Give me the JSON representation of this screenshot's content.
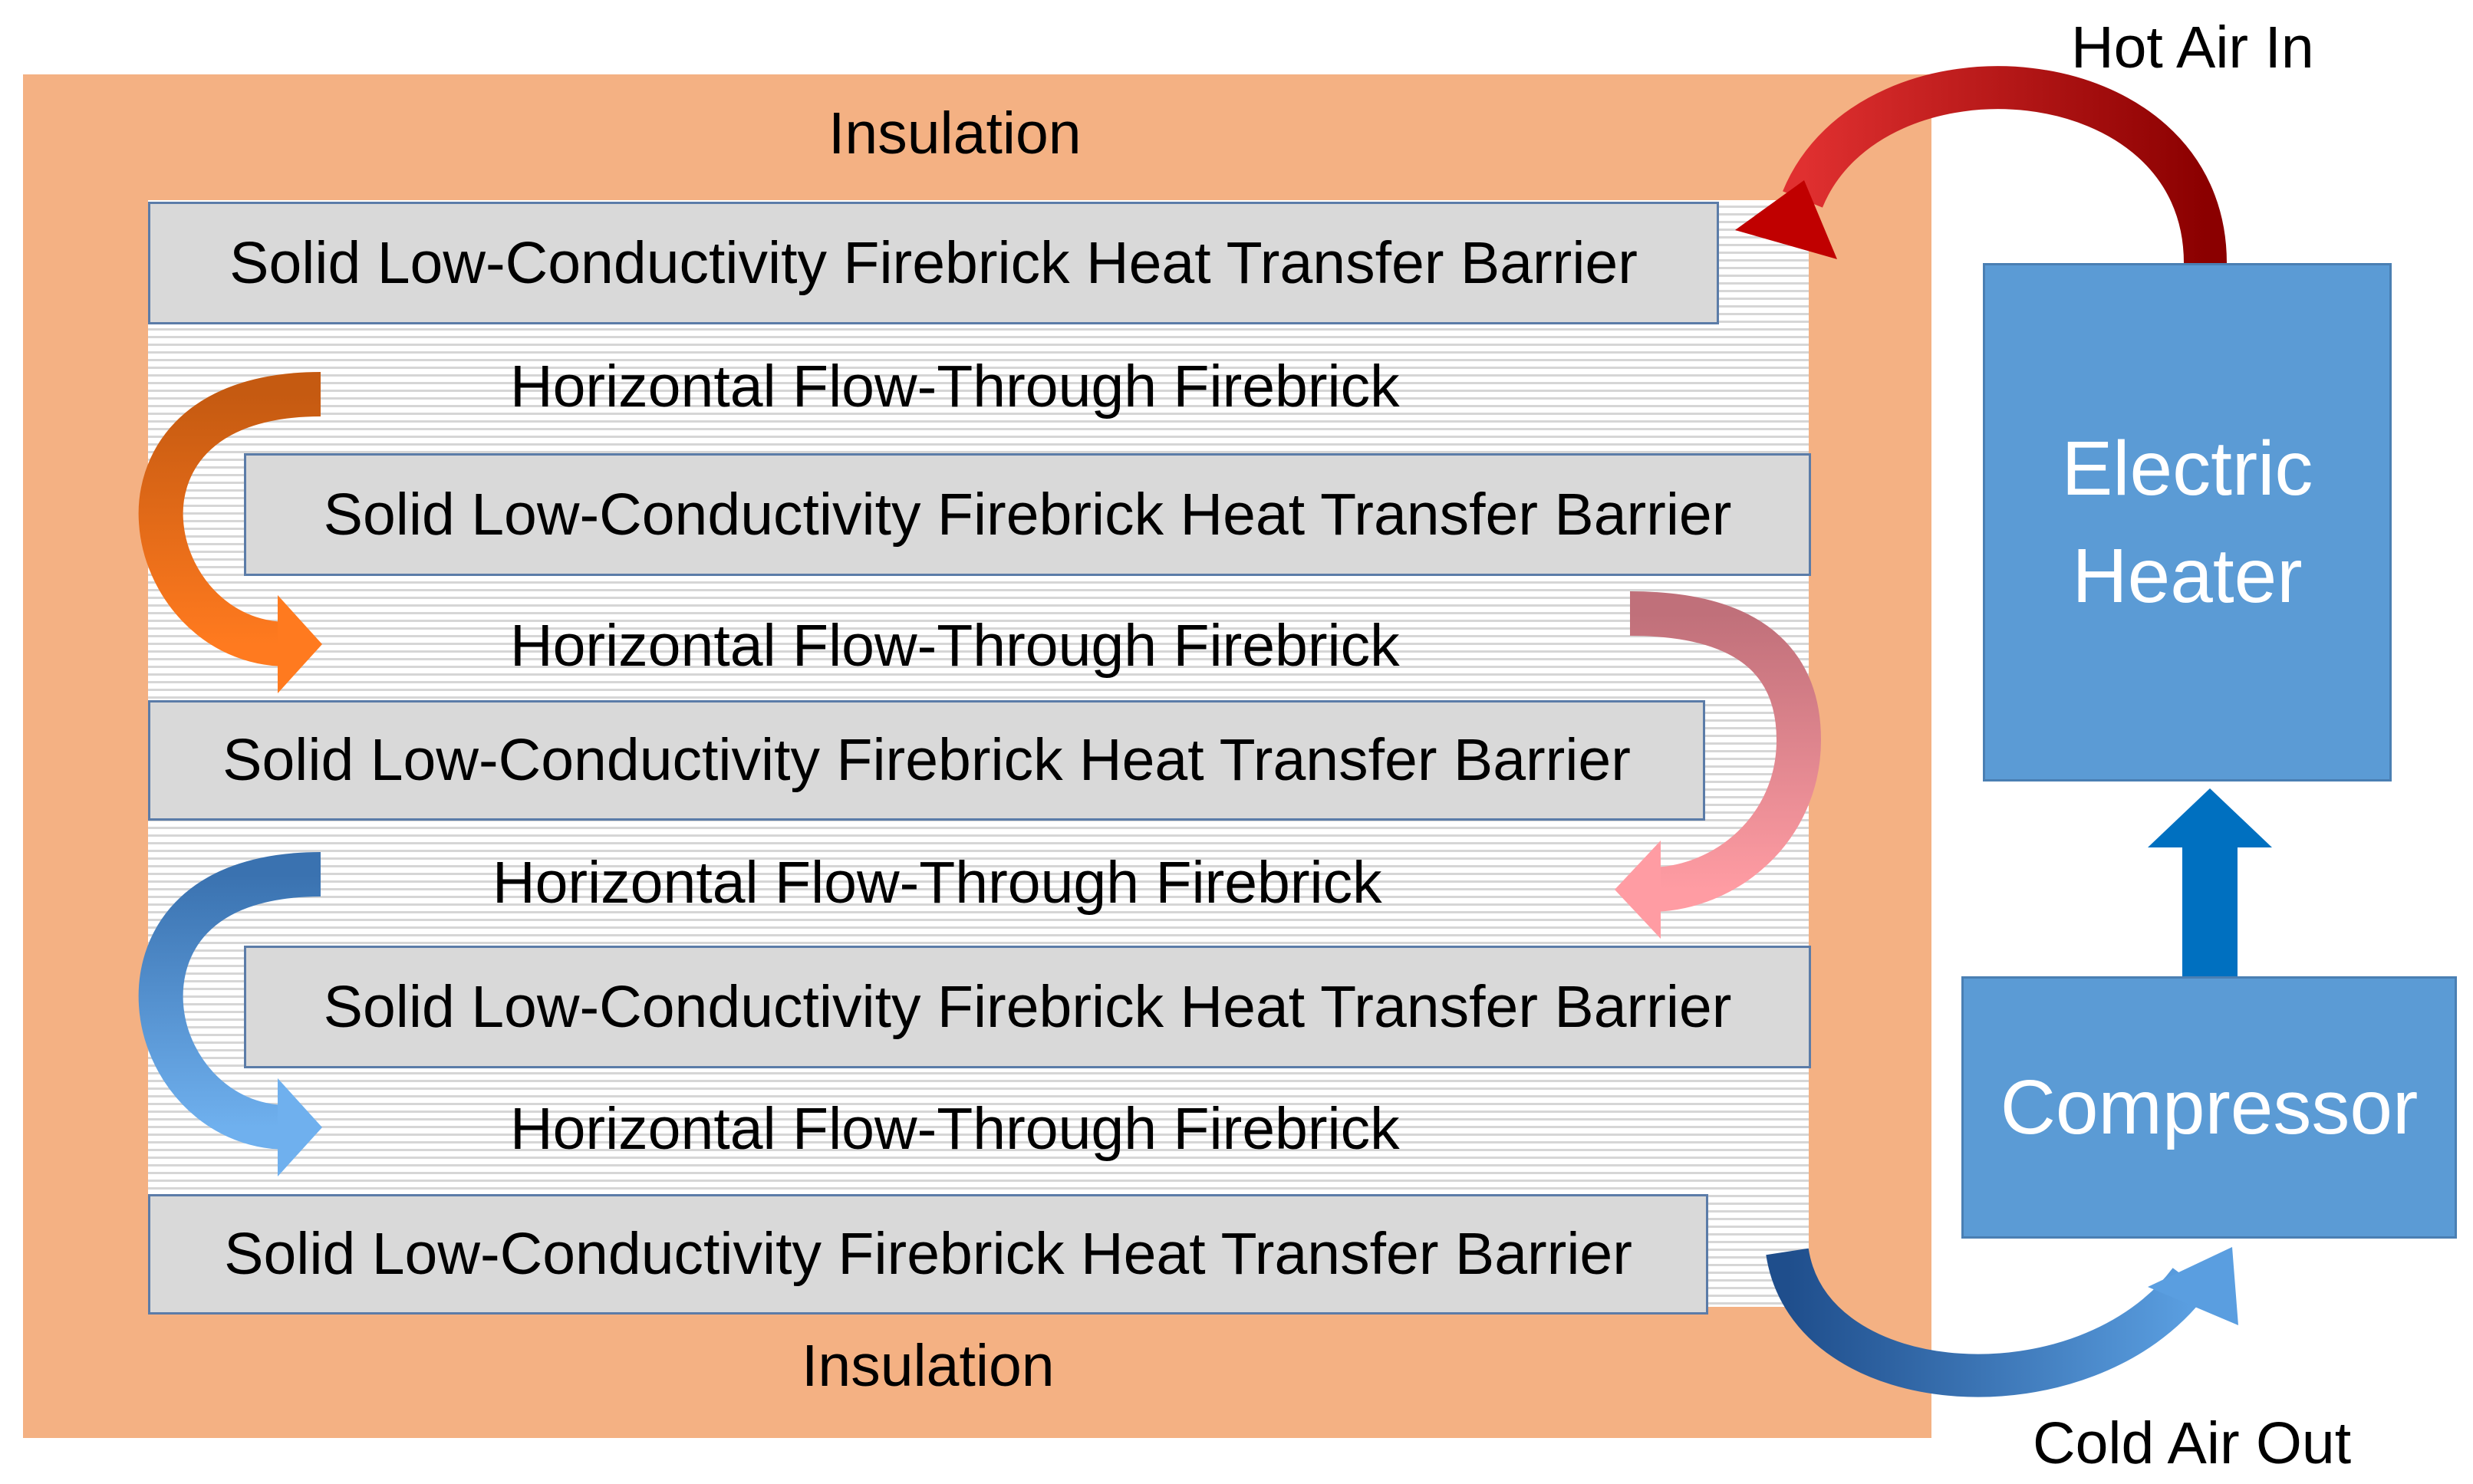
{
  "insulation": {
    "top_label": "Insulation",
    "bottom_label": "Insulation"
  },
  "layers": {
    "barrier_1": "Solid Low-Conductivity Firebrick Heat Transfer Barrier",
    "flow_1": "Horizontal Flow-Through Firebrick",
    "barrier_2": "Solid Low-Conductivity Firebrick Heat Transfer Barrier",
    "flow_2": "Horizontal Flow-Through Firebrick",
    "barrier_3": "Solid Low-Conductivity Firebrick Heat Transfer Barrier",
    "flow_3": "Horizontal Flow-Through Firebrick",
    "barrier_4": "Solid Low-Conductivity Firebrick Heat Transfer Barrier",
    "flow_4": "Horizontal Flow-Through Firebrick",
    "barrier_5": "Solid Low-Conductivity Firebrick Heat Transfer Barrier"
  },
  "components": {
    "heater_line1": "Electric",
    "heater_line2": "Heater",
    "compressor": "Compressor"
  },
  "labels": {
    "hot_air_in": "Hot Air In",
    "cold_air_out": "Cold Air Out"
  },
  "colors": {
    "insulation": "#f4b183",
    "barrier": "#d9d9d9",
    "component_box": "#5b9bd5",
    "hot_arrow": "#c00000",
    "orange_arrow": "#f26b1d",
    "pink_arrow": "#e8959a",
    "blue_arrow": "#4f8fd0",
    "cold_arrow": "#2f6fb5"
  },
  "icons": {
    "hot_air_arrow": "curved-arrow-icon",
    "flow_arrows": "curved-arrow-icon",
    "up_arrow": "arrow-up-icon"
  }
}
